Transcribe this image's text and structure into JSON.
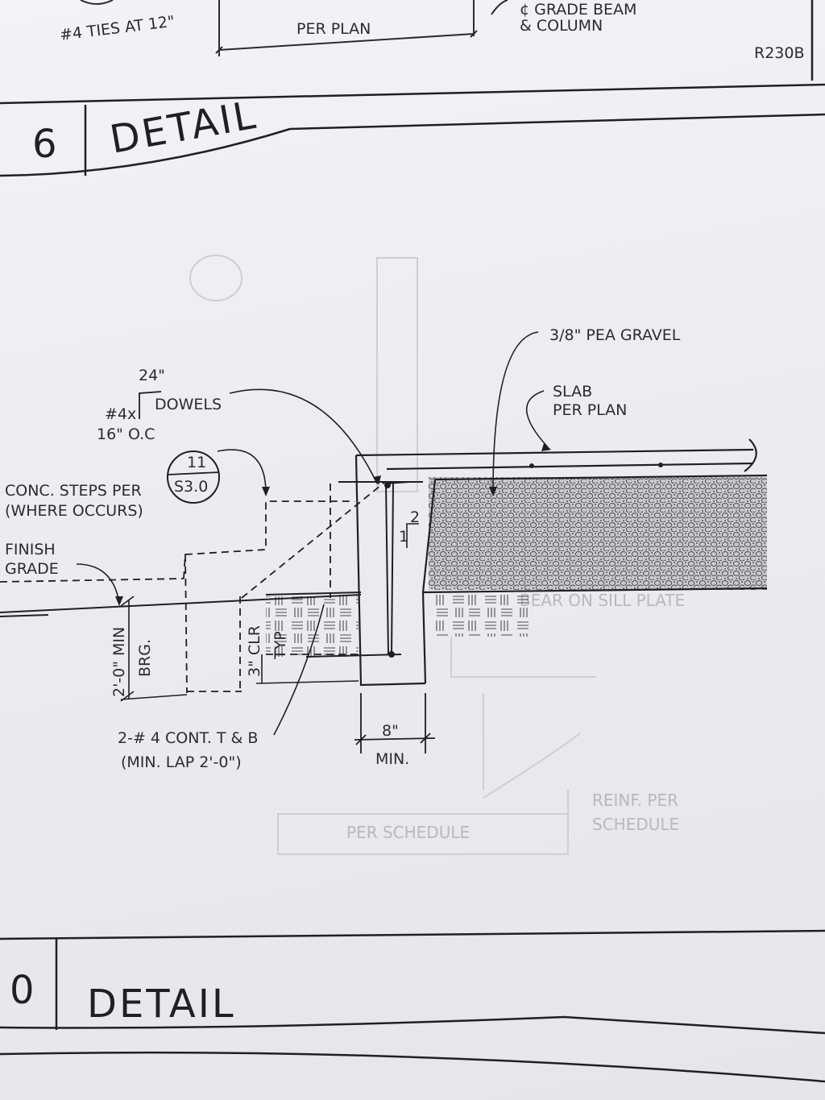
{
  "top_fragment": {
    "ties_note": "#4 TIES AT 12\"",
    "per_plan": "PER PLAN",
    "grade_beam": "¢ GRADE BEAM",
    "column": "& COLUMN",
    "ref_code": "R230B"
  },
  "detail_6": {
    "number": "6",
    "title": "DETAIL"
  },
  "callouts": {
    "pea_gravel": "3/8\" PEA GRAVEL",
    "slab_line1": "SLAB",
    "slab_line2": "PER PLAN",
    "dowel_bar": "#4x",
    "dowel_length": "24\"",
    "dowels": "DOWELS",
    "dowel_spacing": "16\" O.C",
    "steps_line1": "CONC. STEPS PER",
    "steps_line2": "(WHERE OCCURS)",
    "section_ref_top": "11",
    "section_ref_bottom": "S3.0",
    "finish_line1": "FINISH",
    "finish_line2": "GRADE",
    "slope_rise": "2",
    "slope_run": "1",
    "min_brg": "2'-0\" MIN",
    "brg": "BRG.",
    "clr": "3\" CLR",
    "typ": "TYP",
    "cont_bars": "2-# 4 CONT. T & B",
    "min_lap": "(MIN. LAP 2'-0\")",
    "width_dim": "8\"",
    "width_min": "MIN."
  },
  "bleed_through": {
    "per_schedule": "PER SCHEDULE",
    "reinf_line1": "REINF. PER",
    "reinf_line2": "SCHEDULE",
    "bear": "BEAR ON SILL PLATE"
  },
  "detail_0": {
    "number": "0",
    "title": "DETAIL"
  }
}
